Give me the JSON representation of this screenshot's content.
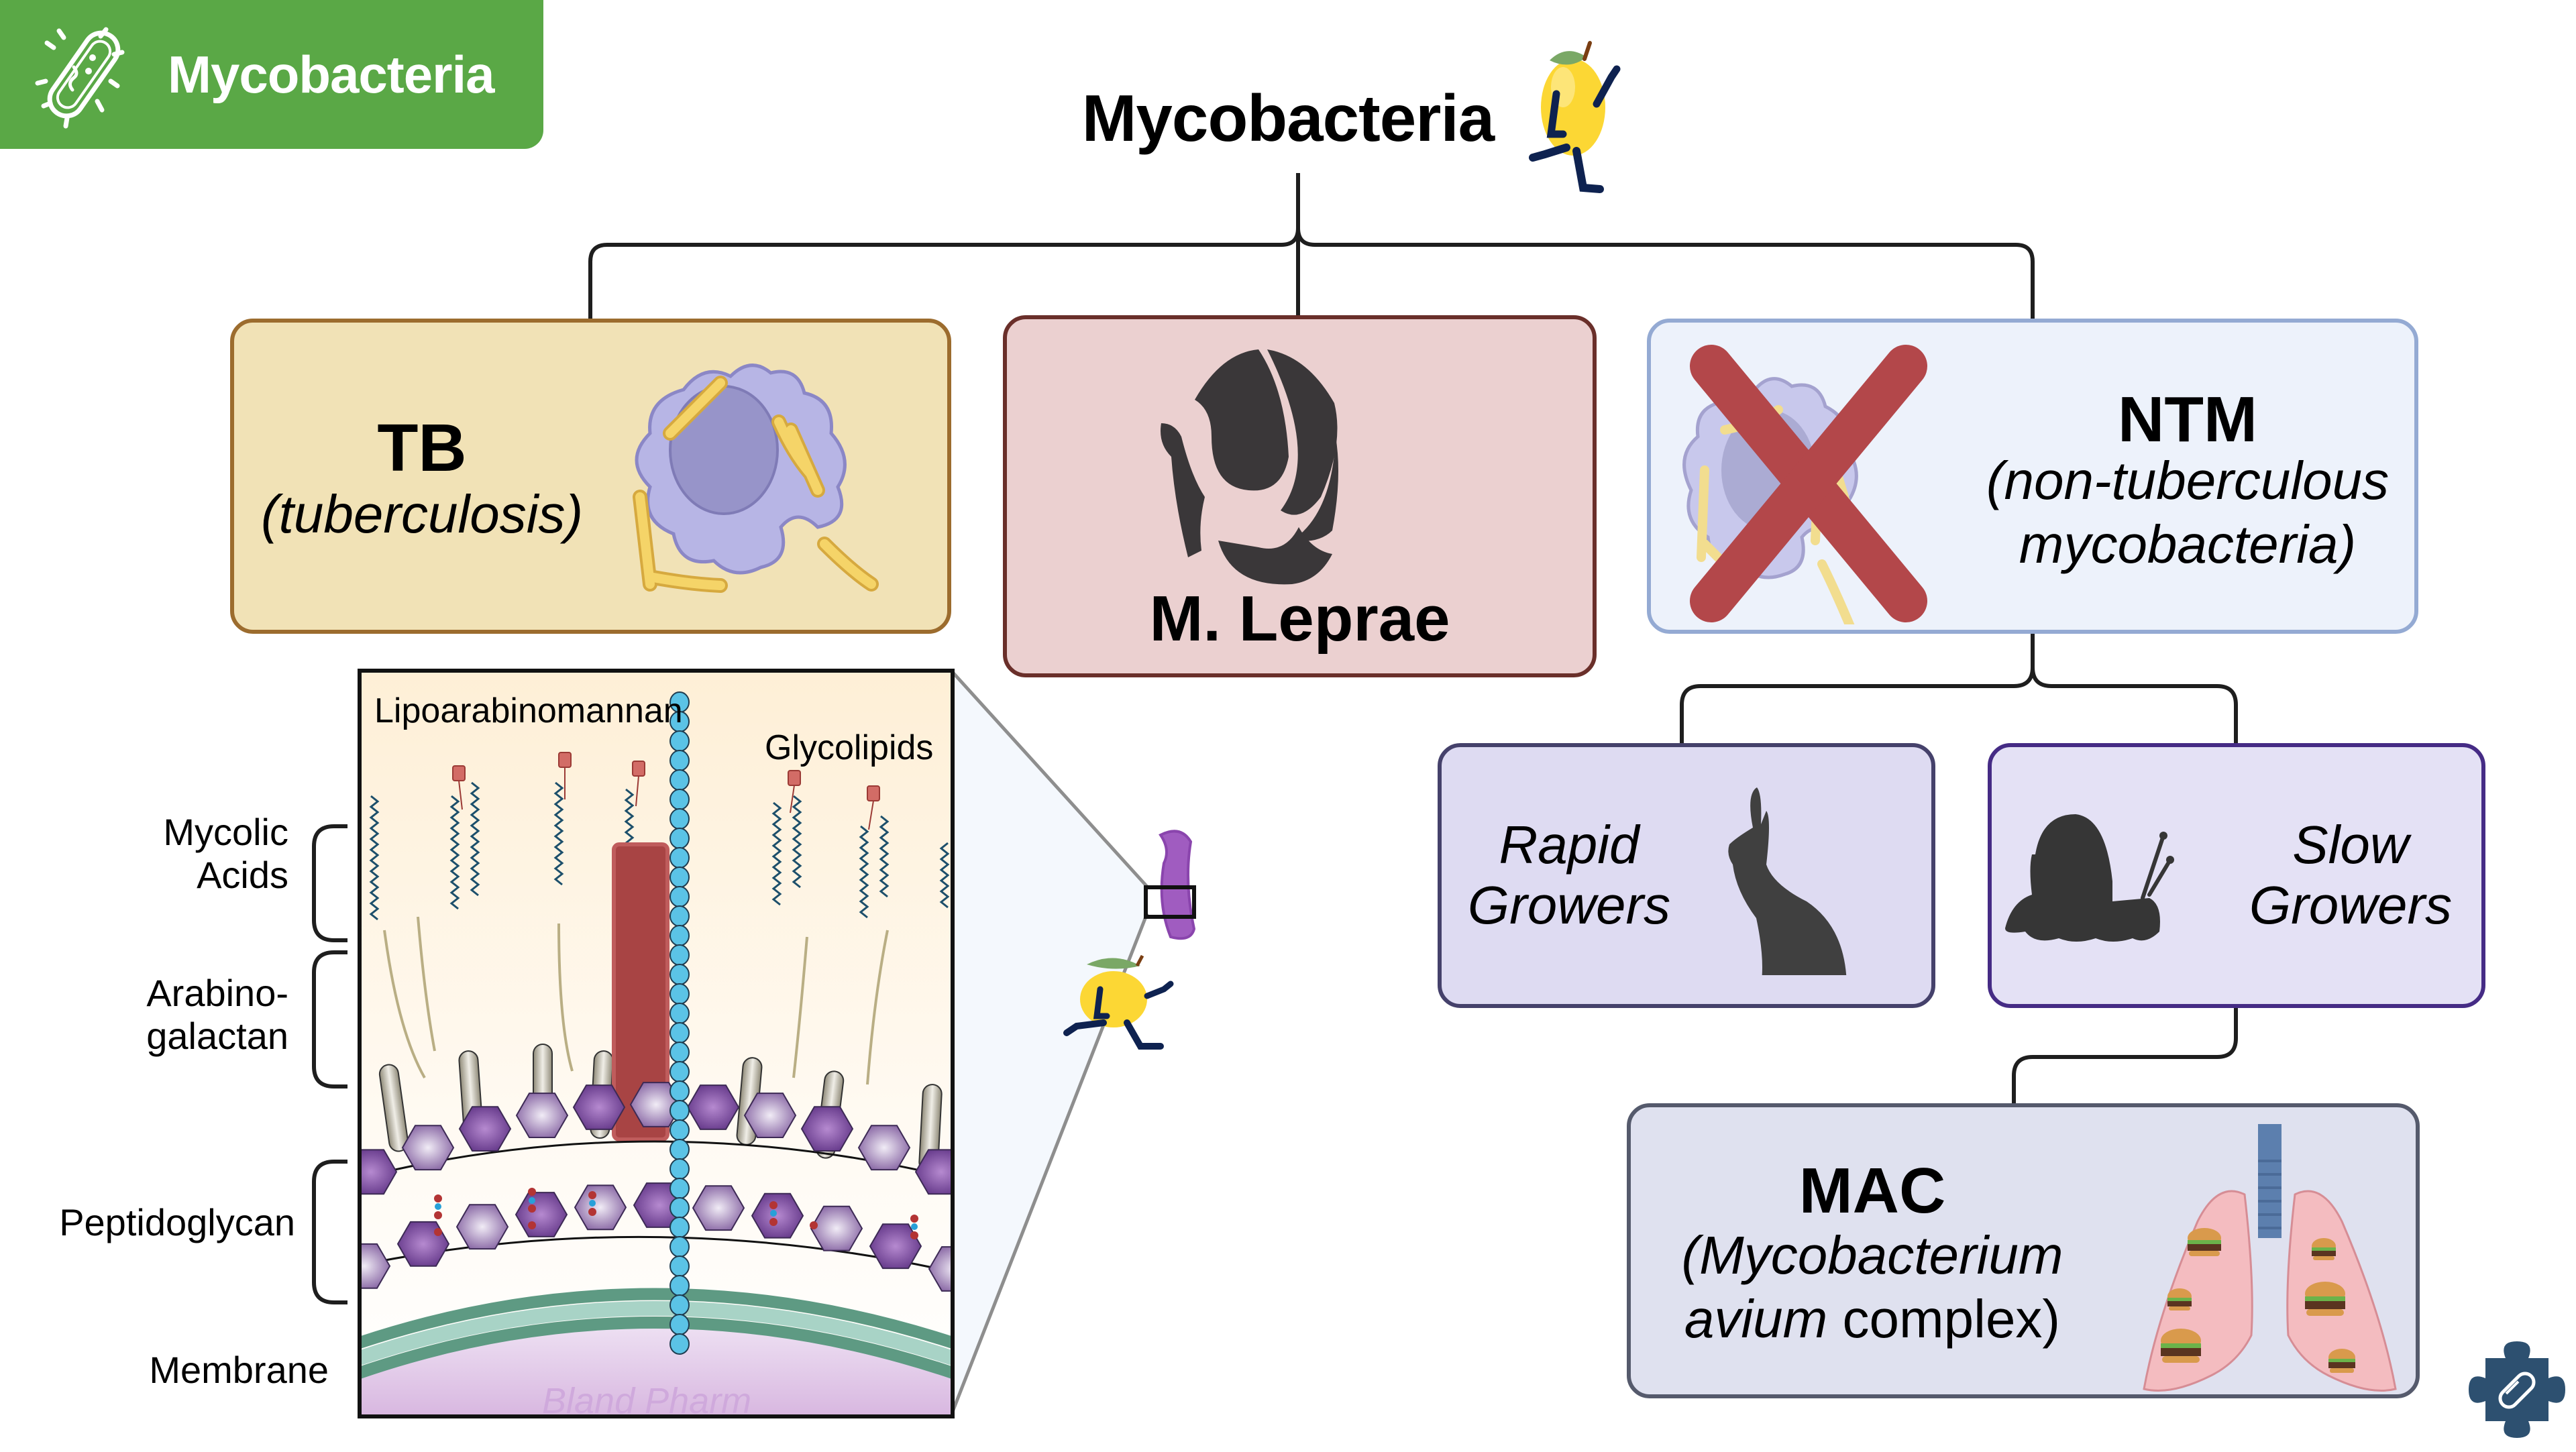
{
  "header": {
    "tab_title": "Mycobacteria",
    "tab_icon": "bacterium-icon",
    "tab_color": "#5aa846"
  },
  "diagram": {
    "title": "Mycobacteria",
    "mascot": "running-lemon-mascot",
    "nodes": {
      "tb": {
        "title": "TB",
        "subtitle": "(tuberculosis)",
        "icon": "macrophage-with-bacilli",
        "fill": "#f1e2b6",
        "border": "#9c6c2e"
      },
      "leprae": {
        "title": "M. Leprae",
        "icon": "armadillo-silhouette",
        "fill": "#ebd0d0",
        "border": "#6a2f2a"
      },
      "ntm": {
        "title": "NTM",
        "subtitle_line1": "(non-tuberculous",
        "subtitle_line2": "mycobacteria)",
        "icon": "crossed-out-macrophage",
        "fill": "#edf2fb",
        "border": "#94aad3",
        "cross_color": "#b3474a"
      },
      "rapid": {
        "line1": "Rapid",
        "line2": "Growers",
        "icon": "rabbit-silhouette",
        "fill": "#dedbf2",
        "border": "#45416b"
      },
      "slow": {
        "line1": "Slow",
        "line2": "Growers",
        "icon": "snail-silhouette",
        "fill": "#e4e1f5",
        "border": "#452b85"
      },
      "mac": {
        "title": "MAC",
        "subtitle_line1": "(Mycobacterium",
        "subtitle_line2_italic": "avium",
        "subtitle_line2_rest": " complex)",
        "icon": "lungs-with-burgers",
        "fill": "#dfe1ef",
        "border": "#555a6c"
      }
    },
    "cell_wall_inset": {
      "top_labels": {
        "lam": "Lipoarabinomannan",
        "glycolipids": "Glycolipids"
      },
      "side_labels": {
        "mycolic_line1": "Mycolic",
        "mycolic_line2": "Acids",
        "arabino_line1": "Arabino-",
        "arabino_line2": "galactan",
        "peptidoglycan": "Peptidoglycan",
        "membrane": "Membrane"
      },
      "watermark": "Bland Pharm",
      "zoom_source": "rod-bacterium"
    },
    "corner_icon": "puzzle-pill-icon"
  }
}
